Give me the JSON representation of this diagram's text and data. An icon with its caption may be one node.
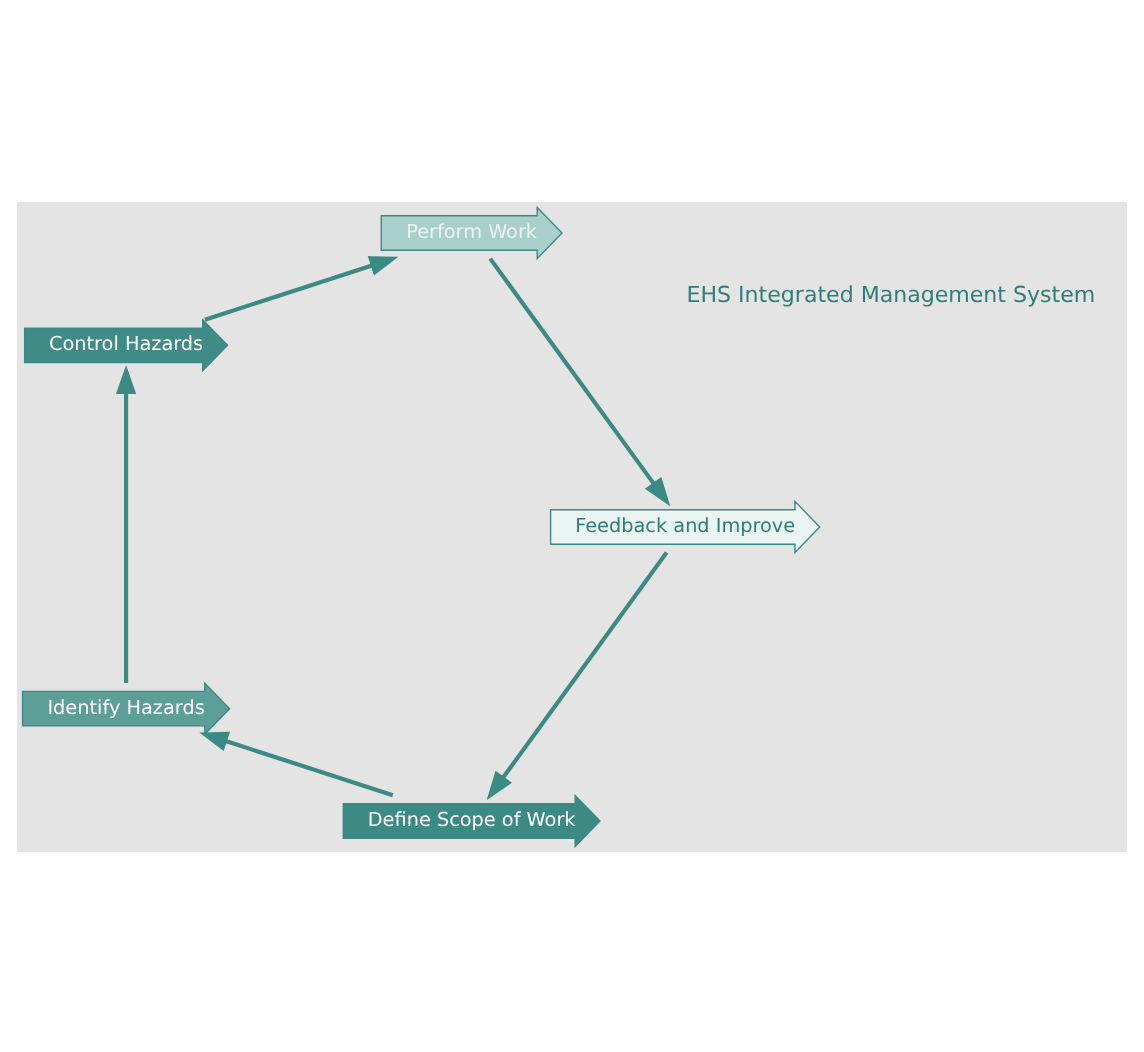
{
  "diagram": {
    "nodes": [
      {
        "text": [
          "Define Scope of Work"
        ]
      },
      {
        "text": [
          "Identify Hazards"
        ]
      },
      {
        "text": [
          "Control Hazards"
        ]
      },
      {
        "text": [
          "Perform Work"
        ]
      },
      {
        "text": [
          "Feedback and Improve"
        ]
      }
    ],
    "edges": [
      {
        "from": 0,
        "to": 1,
        "arrow": "to"
      },
      {
        "from": 1,
        "to": 2,
        "arrow": "to"
      },
      {
        "from": 2,
        "to": 3,
        "arrow": "to"
      },
      {
        "from": 3,
        "to": 4,
        "arrow": "to"
      },
      {
        "from": 4,
        "to": 0,
        "arrow": "to"
      }
    ],
    "labels": [
      "EHS Integrated Management System"
    ]
  }
}
